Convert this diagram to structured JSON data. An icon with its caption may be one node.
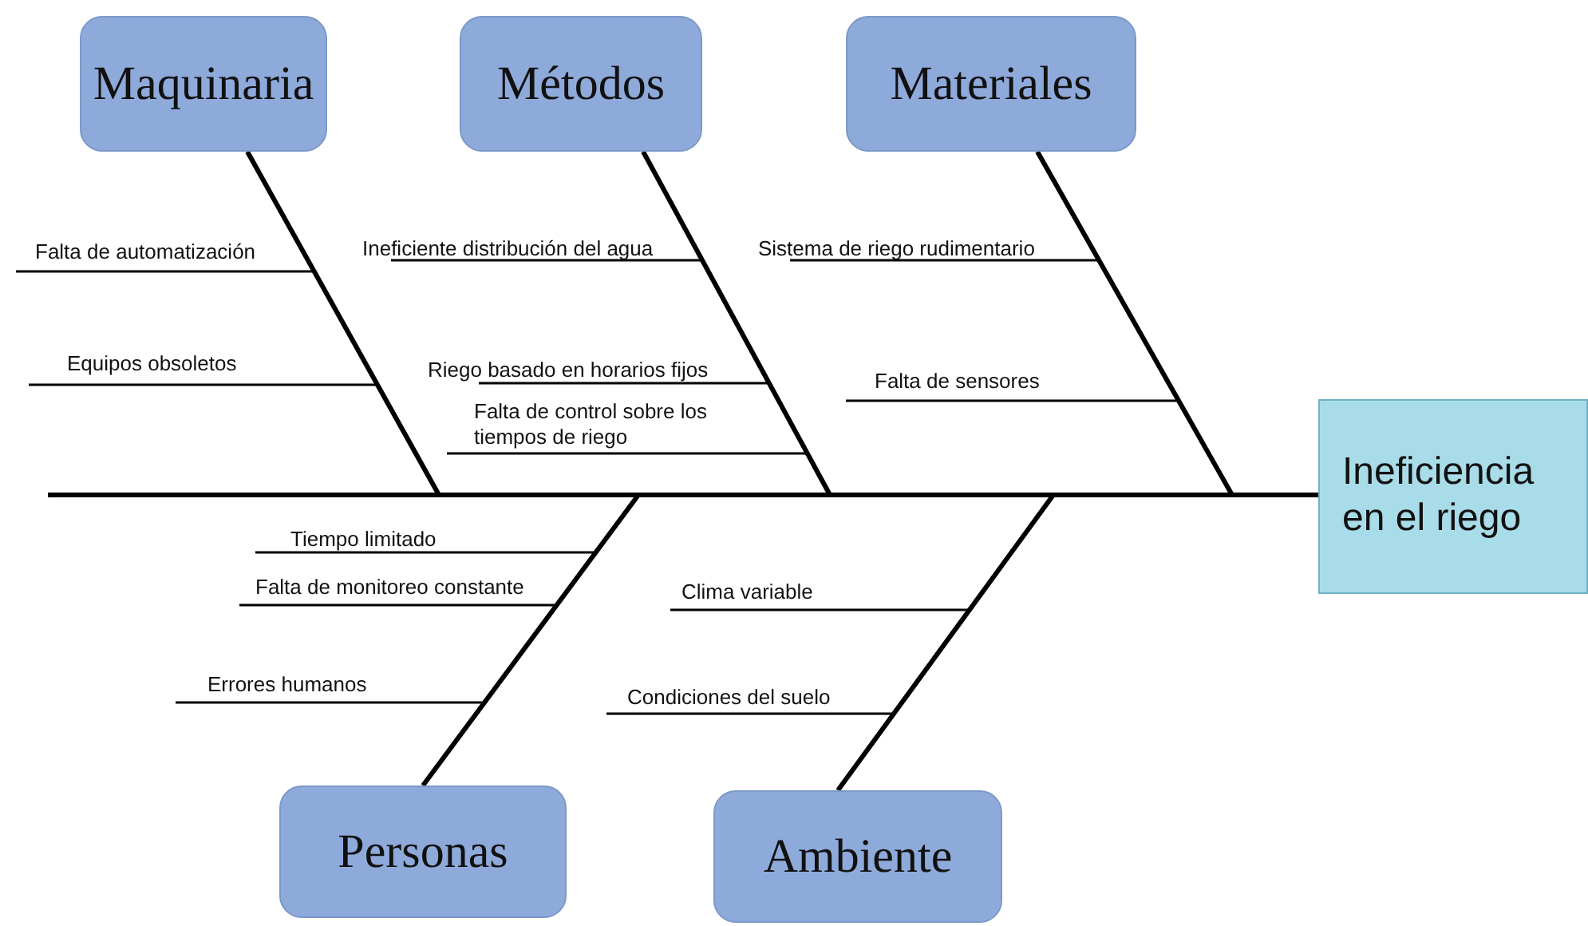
{
  "diagram": {
    "nodes": [
      {
        "text": [
          "Maquinaria"
        ]
      },
      {
        "text": [
          "Métodos"
        ]
      },
      {
        "text": [
          "Materiales"
        ]
      },
      {
        "text": [
          "Ineficiencia en el riego"
        ]
      },
      {
        "text": [
          "Personas"
        ]
      },
      {
        "text": [
          "Ambiente"
        ]
      },
      {
        "text": [
          "Falta de automatización"
        ]
      },
      {
        "text": [
          "Equipos obsoletos"
        ]
      },
      {
        "text": [
          "Ineficiente distribución del agua"
        ]
      },
      {
        "text": [
          "Riego basado en horarios fijos"
        ]
      },
      {
        "text": [
          "Falta de control sobre los tiempos de riego"
        ]
      },
      {
        "text": [
          "Sistema de riego rudimentario"
        ]
      },
      {
        "text": [
          "Falta de sensores"
        ]
      },
      {
        "text": [
          "Tiempo limitado"
        ]
      },
      {
        "text": [
          "Falta de monitoreo constante"
        ]
      },
      {
        "text": [
          "Errores humanos"
        ]
      },
      {
        "text": [
          "Clima variable"
        ]
      },
      {
        "text": [
          "Condiciones del suelo"
        ]
      }
    ],
    "edges": [
      {
        "from": 0,
        "to": 3,
        "arrow": "none",
        "style": "thick"
      },
      {
        "from": 1,
        "to": 3,
        "arrow": "none",
        "style": "thick"
      },
      {
        "from": 2,
        "to": 3,
        "arrow": "none",
        "style": "thick"
      },
      {
        "from": 4,
        "to": 3,
        "arrow": "none",
        "style": "thick"
      },
      {
        "from": 5,
        "to": 3,
        "arrow": "none",
        "style": "thick"
      },
      {
        "from": 6,
        "to": null,
        "arrow": "none"
      },
      {
        "from": 7,
        "to": null,
        "arrow": "none"
      },
      {
        "from": 8,
        "to": null,
        "arrow": "none"
      },
      {
        "from": 9,
        "to": null,
        "arrow": "none"
      },
      {
        "from": 10,
        "to": null,
        "arrow": "none"
      },
      {
        "from": 11,
        "to": null,
        "arrow": "none"
      },
      {
        "from": 12,
        "to": null,
        "arrow": "none"
      },
      {
        "from": 13,
        "to": null,
        "arrow": "none"
      },
      {
        "from": 14,
        "to": null,
        "arrow": "none"
      },
      {
        "from": 15,
        "to": null,
        "arrow": "none"
      },
      {
        "from": 16,
        "to": null,
        "arrow": "none"
      },
      {
        "from": 17,
        "to": null,
        "arrow": "none"
      }
    ]
  }
}
